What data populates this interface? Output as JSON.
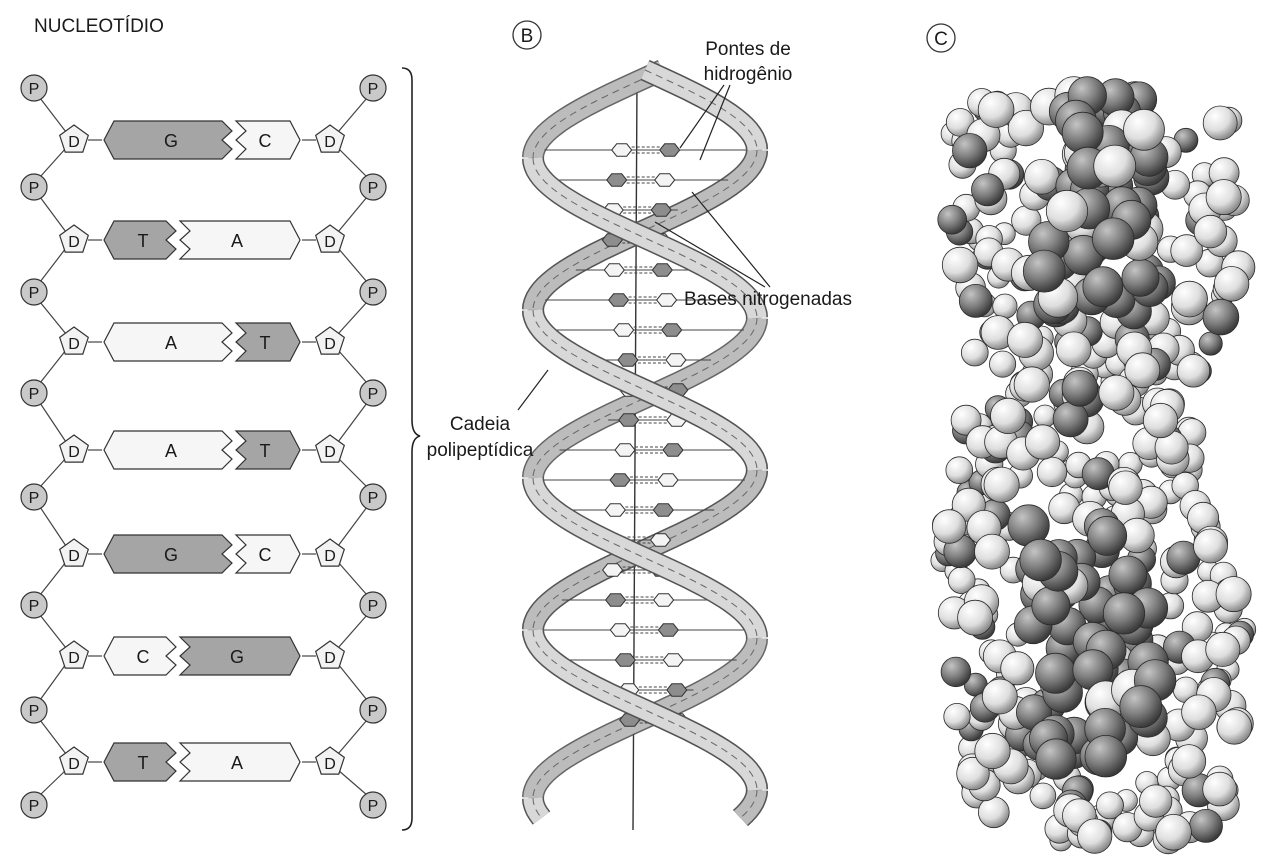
{
  "panel_a": {
    "title": "NUCLEOTÍDIO",
    "phosphate_label": "P",
    "sugar_label": "D",
    "pairs": [
      {
        "left": "G",
        "right": "C"
      },
      {
        "left": "T",
        "right": "A"
      },
      {
        "left": "A",
        "right": "T"
      },
      {
        "left": "A",
        "right": "T"
      },
      {
        "left": "G",
        "right": "C"
      },
      {
        "left": "C",
        "right": "G"
      },
      {
        "left": "T",
        "right": "A"
      }
    ]
  },
  "panel_b": {
    "letter": "B",
    "label_bridges_1": "Pontes de",
    "label_bridges_2": "hidrogênio",
    "label_bases": "Bases nitrogenadas",
    "label_chain_1": "Cadeia",
    "label_chain_2": "polipeptídica"
  },
  "panel_c": {
    "letter": "C"
  },
  "colors": {
    "purine_dark": "#8a8a8a",
    "pyrimidine_light": "#f4f4f4",
    "phosphate": "#c9c9c9",
    "ribbon": "#cfcfcf",
    "atom_dark": "#7d7d7d",
    "atom_light": "#e6e6e6"
  }
}
